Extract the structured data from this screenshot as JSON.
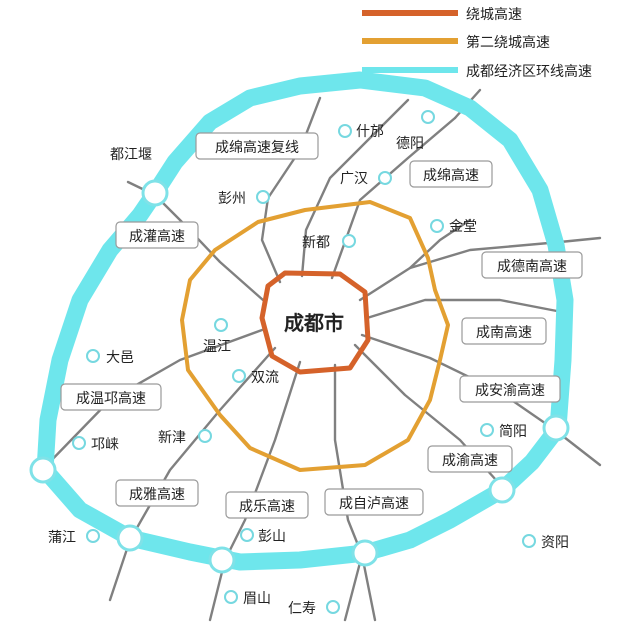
{
  "legend": [
    {
      "label": "绕城高速",
      "color": "#d5622a"
    },
    {
      "label": "第二绕城高速",
      "color": "#e3a032"
    },
    {
      "label": "成都经济区环线高速",
      "color": "#6ee6ec"
    }
  ],
  "center": {
    "label": "成都市"
  },
  "expressways": [
    {
      "id": "chengmian-fuxian",
      "label": "成绵高速复线"
    },
    {
      "id": "chengmian",
      "label": "成绵高速"
    },
    {
      "id": "chengguan",
      "label": "成灌高速"
    },
    {
      "id": "chengdenan",
      "label": "成德南高速"
    },
    {
      "id": "chengnan",
      "label": "成南高速"
    },
    {
      "id": "chengwenqiong",
      "label": "成温邛高速"
    },
    {
      "id": "chenganyu",
      "label": "成安渝高速"
    },
    {
      "id": "chengyu",
      "label": "成渝高速"
    },
    {
      "id": "chengya",
      "label": "成雅高速"
    },
    {
      "id": "chengle",
      "label": "成乐高速"
    },
    {
      "id": "chengzilu",
      "label": "成自泸高速"
    }
  ],
  "places": [
    {
      "id": "dujiangyan",
      "label": "都江堰"
    },
    {
      "id": "shifang",
      "label": "什邡"
    },
    {
      "id": "deyang",
      "label": "德阳"
    },
    {
      "id": "guanghan",
      "label": "广汉"
    },
    {
      "id": "pengzhou",
      "label": "彭州"
    },
    {
      "id": "xindu",
      "label": "新都"
    },
    {
      "id": "jintang",
      "label": "金堂"
    },
    {
      "id": "wenjiang",
      "label": "温江"
    },
    {
      "id": "dayi",
      "label": "大邑"
    },
    {
      "id": "shuangliu",
      "label": "双流"
    },
    {
      "id": "qionglai",
      "label": "邛崃"
    },
    {
      "id": "xinjin",
      "label": "新津"
    },
    {
      "id": "jianyang",
      "label": "简阳"
    },
    {
      "id": "pujiang",
      "label": "蒲江"
    },
    {
      "id": "pengshan",
      "label": "彭山"
    },
    {
      "id": "ziyang",
      "label": "资阳"
    },
    {
      "id": "meishan",
      "label": "眉山"
    },
    {
      "id": "renshou",
      "label": "仁寿"
    }
  ]
}
